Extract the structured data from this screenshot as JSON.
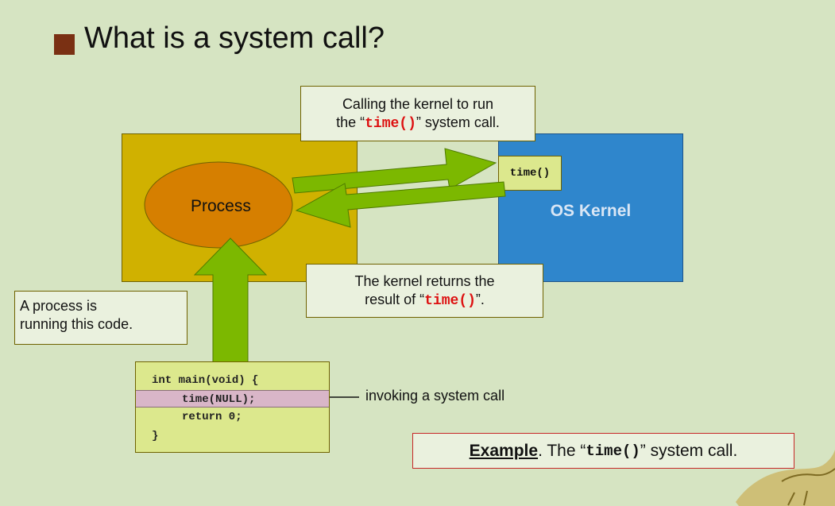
{
  "slide": {
    "title": "What is a system call?"
  },
  "diagram": {
    "process_label": "Process",
    "kernel_label": "OS Kernel",
    "kernel_function": "time()",
    "call_callout": {
      "line1": "Calling the kernel to run",
      "line2_prefix": "the “",
      "line2_code": "time()",
      "line2_suffix": "” system call."
    },
    "return_callout": {
      "line1": "The kernel returns the",
      "line2_prefix": "result of “",
      "line2_code": "time()",
      "line2_suffix": "”."
    },
    "code_callout": {
      "line1": "A process is",
      "line2": "running this code."
    },
    "code_lines": [
      "int main(void) {",
      "time(NULL);",
      "return 0;",
      "}"
    ],
    "invoking_label": "invoking a system call"
  },
  "example": {
    "word": "Example",
    "prefix": ". The “",
    "code": "time()",
    "suffix": "” system call."
  },
  "colors": {
    "background": "#d6e4c2",
    "process_region": "#d0b100",
    "kernel_region": "#2f86cc",
    "process_ellipse": "#d67f00",
    "arrow_fill": "#7cb800",
    "bullet": "#7a3013"
  },
  "icons": {
    "bullet": "square-bullet-icon",
    "mascot": "dinosaur-mascot-icon"
  }
}
